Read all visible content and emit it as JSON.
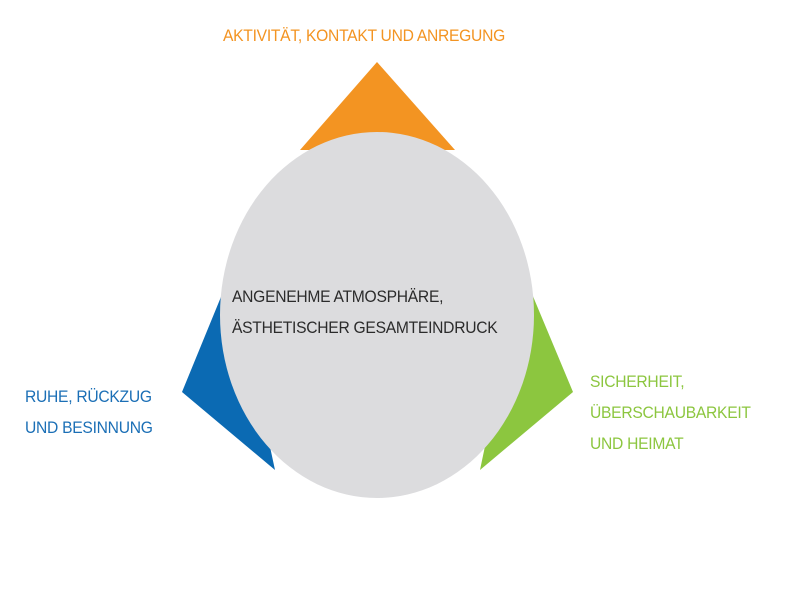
{
  "colors": {
    "orange": "#f39422",
    "blue": "#0b6ab3",
    "green": "#8cc63f",
    "center": "#dcdcde"
  },
  "top_label": [
    "AKTIVITÄT, KONTAKT UND ANREGUNG"
  ],
  "left_label": [
    "RUHE, RÜCKZUG",
    "UND BESINNUNG"
  ],
  "right_label": [
    "SICHERHEIT,",
    "ÜBERSCHAUBARKEIT",
    "UND HEIMAT"
  ],
  "center_label": [
    "ANGENEHME ATMOSPHÄRE,",
    "ÄSTHETISCHER GESAMTEINDRUCK"
  ]
}
